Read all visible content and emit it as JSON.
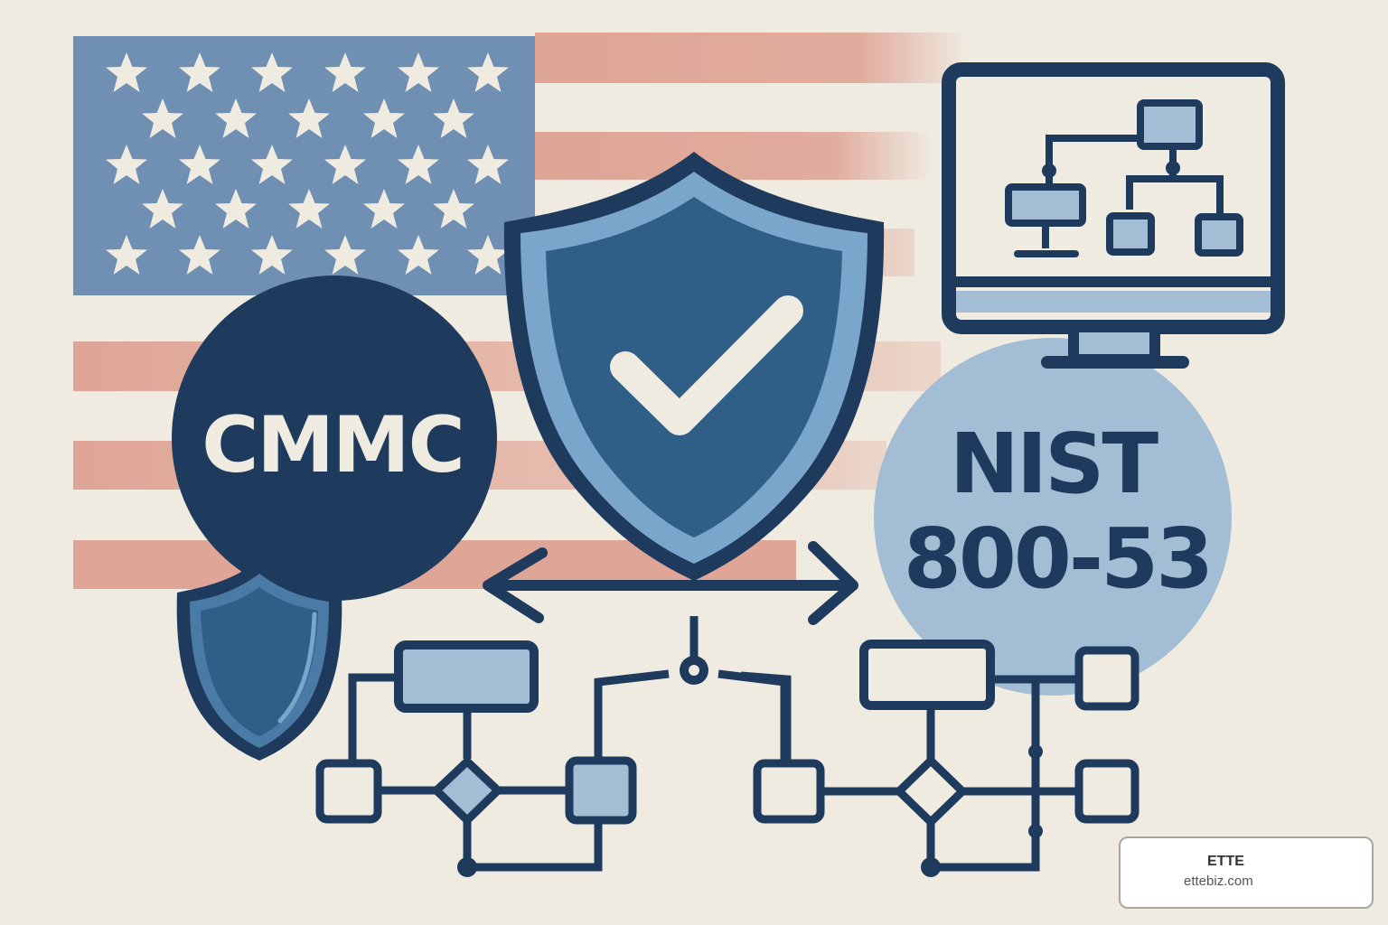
{
  "illustration": {
    "subject": "CMMC and NIST 800-53 compliance mapping",
    "background_color": "#efebe1",
    "colors": {
      "navy": "#1e3a5c",
      "shield_mid": "#2f5f87",
      "shield_light": "#7aa6cc",
      "flag_blue": "#6f8fb3",
      "flag_red": "#dfa596",
      "pale_blue": "#a3bdd4",
      "star": "#efebe1"
    },
    "cmmc_badge": {
      "label": "CMMC"
    },
    "nist_badge": {
      "line1": "NIST",
      "line2": "800-53"
    },
    "icons": [
      "us-flag",
      "shield-check",
      "small-shield",
      "monitor-org-chart",
      "bidirectional-arrow",
      "flowchart-left",
      "flowchart-right"
    ]
  },
  "watermark": {
    "title": "ETTE",
    "url": "ettebiz.com"
  }
}
